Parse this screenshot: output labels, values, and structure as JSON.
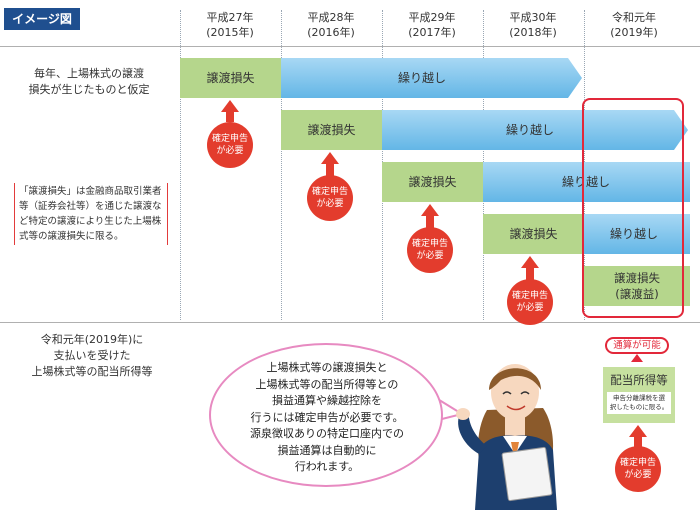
{
  "header": {
    "tag": "イメージ図"
  },
  "years": [
    {
      "era": "平成27年",
      "ad": "(2015年)"
    },
    {
      "era": "平成28年",
      "ad": "(2016年)"
    },
    {
      "era": "平成29年",
      "ad": "(2017年)"
    },
    {
      "era": "平成30年",
      "ad": "(2018年)"
    },
    {
      "era": "令和元年",
      "ad": "(2019年)"
    }
  ],
  "left": {
    "assumption_1": "毎年、上場株式の譲渡",
    "assumption_2": "損失が生じたものと仮定",
    "note": "「譲渡損失」は金融商品取引業者等（証券会社等）を通じた譲渡など特定の譲渡により生じた上場株式等の譲渡損失に限る。",
    "dividend_1": "令和元年(2019年)に",
    "dividend_2": "支払いを受けた",
    "dividend_3": "上場株式等の配当所得等"
  },
  "rows": {
    "loss": "譲渡損失",
    "carry": "繰り越し",
    "loss_gain_1": "譲渡損失",
    "loss_gain_2": "(譲渡益)"
  },
  "badge": {
    "line1": "確定申告",
    "line2": "が必要"
  },
  "bubble": [
    "上場株式等の譲渡損失と",
    "上場株式等の配当所得等との",
    "損益通算や繰越控除を",
    "行うには確定申告が必要です。",
    "源泉徴収ありの特定口座内での",
    "損益通算は自動的に",
    "行われます。"
  ],
  "right": {
    "pill": "通算が可能",
    "dividend_title": "配当所得等",
    "dividend_sub_1": "申告分離課税を選",
    "dividend_sub_2": "択したものに限る。"
  },
  "colors": {
    "accent": "#e2283a",
    "green": "#b5d68c",
    "blue": "#6dbce8",
    "navy": "#1f4f8f"
  }
}
